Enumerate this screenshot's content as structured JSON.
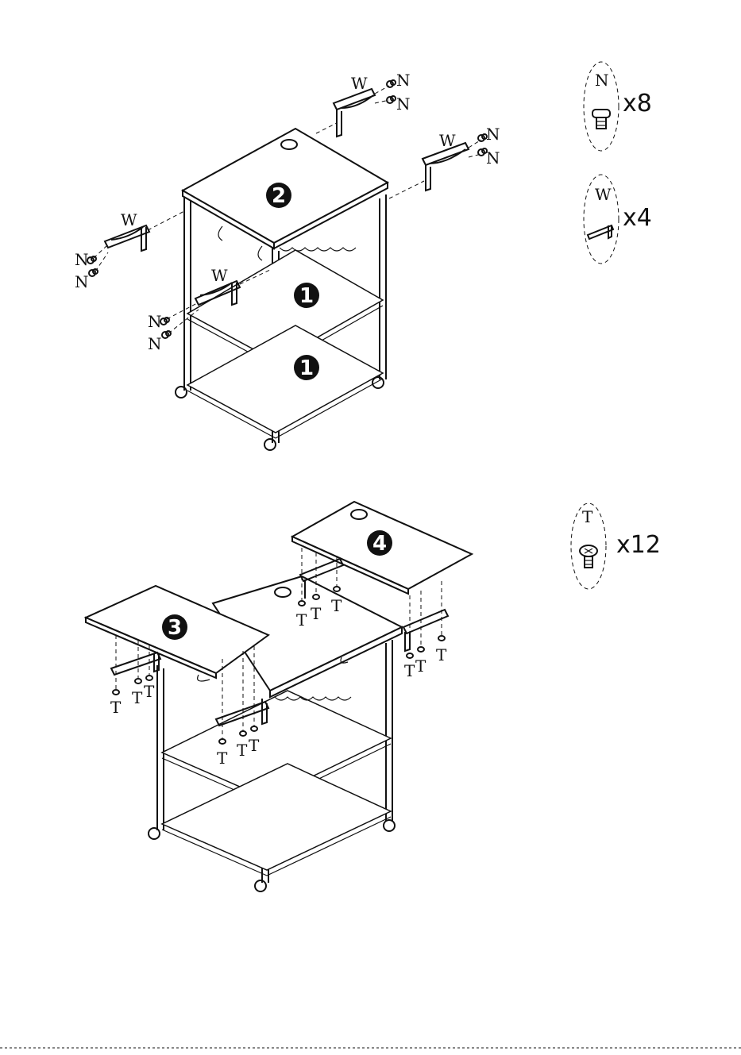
{
  "parts": {
    "n": {
      "letter": "N",
      "count": "x8",
      "icon": "screw-icon"
    },
    "w": {
      "letter": "W",
      "count": "x4",
      "icon": "bracket-icon"
    },
    "t": {
      "letter": "T",
      "count": "x12",
      "icon": "screw-icon"
    }
  },
  "step1": {
    "badges": {
      "top": "2",
      "shelf_mid": "1",
      "shelf_low": "1"
    },
    "labels": {
      "n": "N",
      "w": "W"
    }
  },
  "step2": {
    "badges": {
      "left_wing": "3",
      "right_wing": "4"
    },
    "labels": {
      "t": "T"
    }
  }
}
